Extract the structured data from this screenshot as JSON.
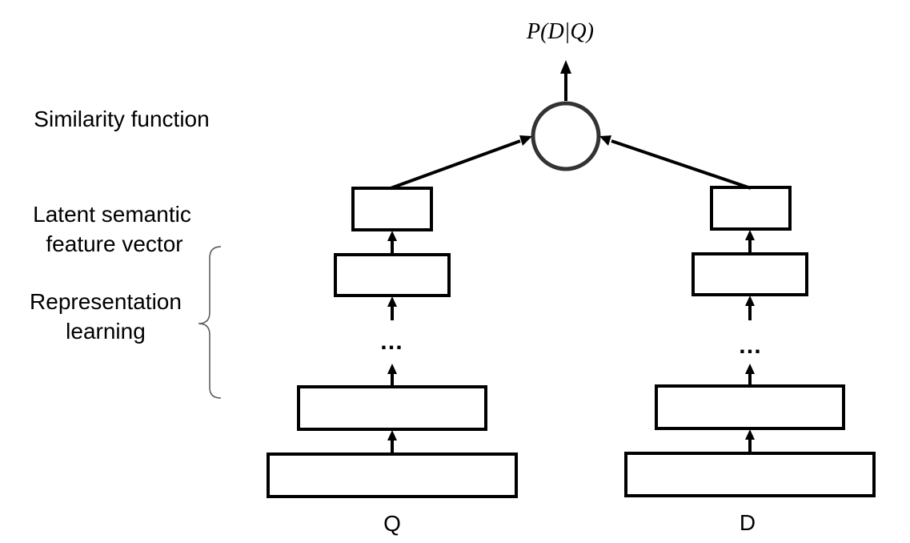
{
  "output_label": "P(D|Q)",
  "side_labels": {
    "similarity": "Similarity function",
    "latent_line1": "Latent semantic",
    "latent_line2": "feature vector",
    "representation_line1": "Representation",
    "representation_line2": "learning"
  },
  "towers": {
    "query": {
      "input_label": "Q",
      "ellipsis": "…"
    },
    "document": {
      "input_label": "D",
      "ellipsis": "…"
    }
  }
}
